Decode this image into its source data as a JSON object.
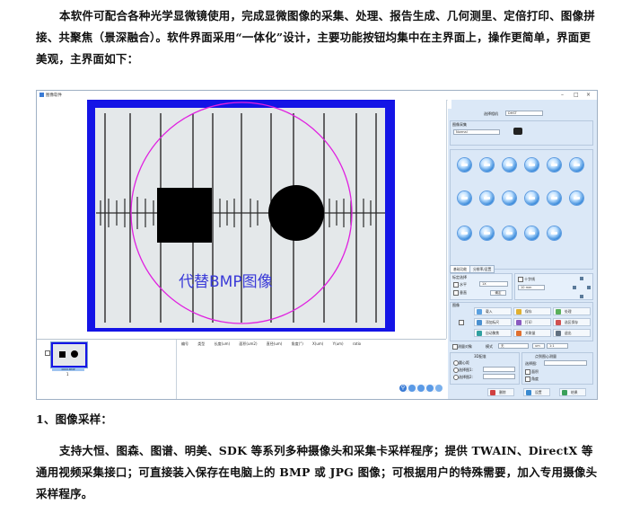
{
  "doc": {
    "intro": "本软件可配合各种光学显微镜使用，完成显微图像的采集、处理、报告生成、几何测里、定倍打印、图像拼接、共聚焦（景深融合）。软件界面采用“一体化”设计，主要功能按钮均集中在主界面上，操作更简单，界面更美观，主界面如下：",
    "section_heading": "1、图像采样：",
    "section_body": "支持大恒、图森、图谱、明美、SDK 等系列多种摄像头和采集卡采样程序；提供 TWAIN、DirectX 等通用视频采集接口；可直接装入保存在电脑上的 BMP 或 JPG 图像；可根据用户的特殊需要，加入专用摄像头采样程序。"
  },
  "app": {
    "title": "图像软件",
    "window_buttons": [
      "–",
      "□",
      "×"
    ],
    "image_caption": "代替BMP图像",
    "thumb_caption": "0000.BMP",
    "thumb_index": "1",
    "measure_headers": [
      "编号",
      "类型",
      "长度(um)",
      "面积(um2)",
      "直径(um)",
      "角度(°)",
      "X(um)",
      "Y(um)",
      "ratio"
    ],
    "side": {
      "camera_select_label": "选择相机",
      "camera_select_value": "DHST",
      "capture_group_label": "图像采集",
      "capture_mode_value": "Normal",
      "tabs": [
        "基础功能",
        "分辨率/设置"
      ],
      "calib_label": "标定选择",
      "check_a": "水平",
      "check_b": "垂直",
      "calib_select": "1X",
      "apply_button": "确定",
      "grid_check": "十字线",
      "grid_select": "10 mm",
      "ops_label": "图像",
      "ops": [
        {
          "label": "载入",
          "color": "#5aa0e0"
        },
        {
          "label": "保存",
          "color": "#e0b030"
        },
        {
          "label": "处理",
          "color": "#5ab05a"
        },
        {
          "label": "添加标尺",
          "color": "#4a90d0"
        },
        {
          "label": "打印",
          "color": "#8a5ac0"
        },
        {
          "label": "选区保存",
          "color": "#d05050"
        },
        {
          "label": "自动聚焦",
          "color": "#30a0a0"
        },
        {
          "label": "关联量",
          "color": "#e07030"
        },
        {
          "label": "退出",
          "color": "#607080"
        }
      ],
      "measure_check": "测量对象",
      "measure_mode_label": "模式",
      "measure_mode_value": "无",
      "measure_unit": "um",
      "ratio_value": "1:1",
      "calib_section": "3D配准",
      "r1": "圆心距",
      "r2": "选择图1:",
      "r3": "选择图2:",
      "point_section": "点到图心测量",
      "p1": "选择图:",
      "p2": "面积",
      "p3": "角度",
      "bottom_buttons": [
        "删除",
        "设置",
        "结果"
      ]
    }
  }
}
